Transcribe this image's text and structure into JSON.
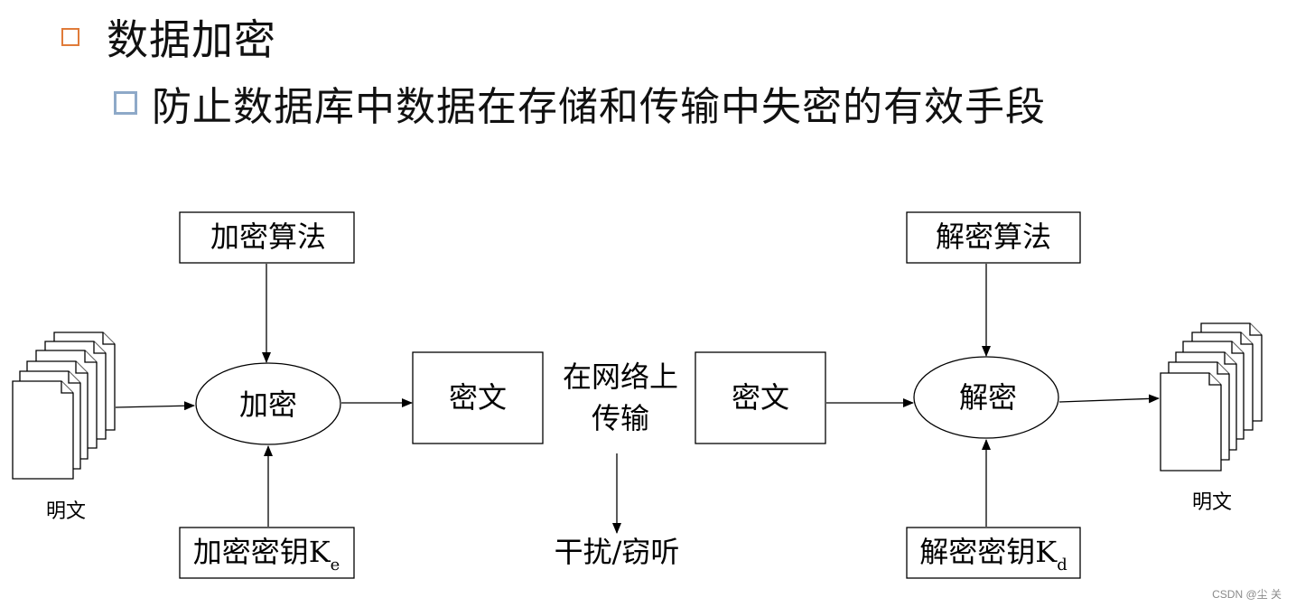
{
  "header": {
    "title": "数据加密",
    "subtitle": "防止数据库中数据在存储和传输中失密的有效手段",
    "title_bullet_color": "#E07B39",
    "subtitle_bullet_color": "#8EA9C8"
  },
  "diagram": {
    "encrypt_algorithm": "加密算法",
    "encrypt": "加密",
    "encrypt_key": "加密密钥",
    "encrypt_key_sym": "K",
    "encrypt_key_sub": "e",
    "plaintext_left": "明文",
    "ciphertext_left": "密文",
    "network_line1": "在网络上",
    "network_line2": "传输",
    "interference": "干扰/窃听",
    "ciphertext_right": "密文",
    "decrypt_algorithm": "解密算法",
    "decrypt": "解密",
    "decrypt_key": "解密密钥",
    "decrypt_key_sym": "K",
    "decrypt_key_sub": "d",
    "plaintext_right": "明文"
  },
  "watermark": "CSDN @尘 关"
}
